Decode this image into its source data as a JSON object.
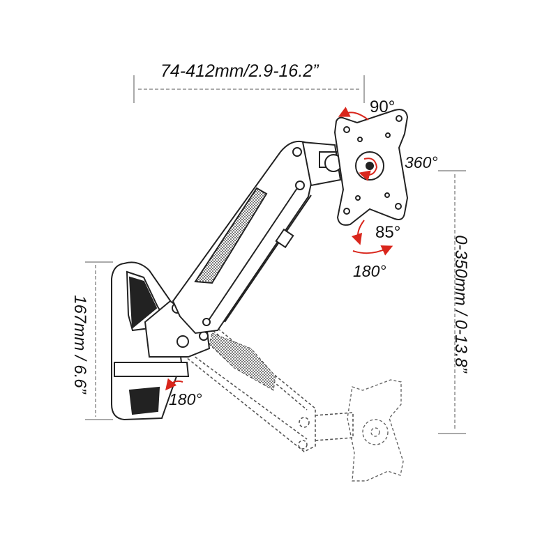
{
  "dimensions": {
    "reach": "74-412mm/2.9-16.2”",
    "height_range": "0-350mm / 0-13.8”",
    "wall_plate": "167mm / 6.6”"
  },
  "rotations": {
    "tilt_up": "90°",
    "rotate": "360°",
    "tilt_down": "85°",
    "swivel_head": "180°",
    "swivel_wall": "180°"
  },
  "colors": {
    "line": "#222222",
    "arrow": "#d9261c",
    "dashed": "#555555",
    "mesh": "#333333"
  }
}
